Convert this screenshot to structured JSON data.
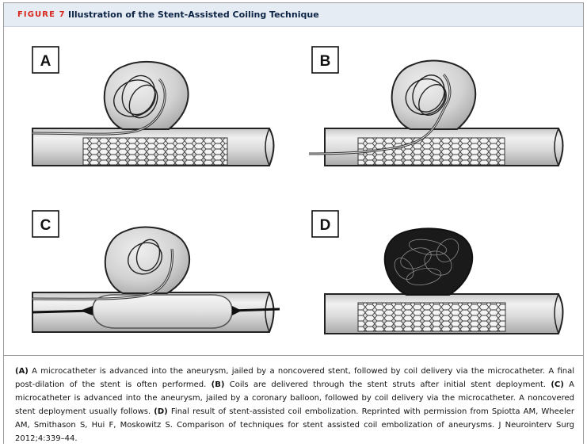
{
  "figure": {
    "number": "FIGURE 7",
    "title": "Illustration of the Stent-Assisted Coiling Technique"
  },
  "panels": [
    {
      "label": "A"
    },
    {
      "label": "B"
    },
    {
      "label": "C"
    },
    {
      "label": "D"
    }
  ],
  "caption": {
    "a_label": "(A)",
    "a_text": " A microcatheter is advanced into the aneurysm, jailed by a noncovered stent, followed by coil delivery via the microcatheter. A final post-dilation of the stent is often performed. ",
    "b_label": "(B)",
    "b_text": " Coils are delivered through the stent struts after initial stent deployment. ",
    "c_label": "(C)",
    "c_text": " A microcatheter is advanced into the aneurysm, jailed by a coronary balloon, followed by coil delivery via the microcatheter. A noncovered stent deployment usually follows. ",
    "d_label": "(D)",
    "d_text": " Final result of stent-assisted coil embolization. Reprinted with permission from Spiotta AM, Wheeler AM, Smithason S, Hui F, Moskowitz S. Comparison of techniques for stent assisted coil embolization of aneurysms. J Neurointerv Surg 2012;4:339–44."
  }
}
